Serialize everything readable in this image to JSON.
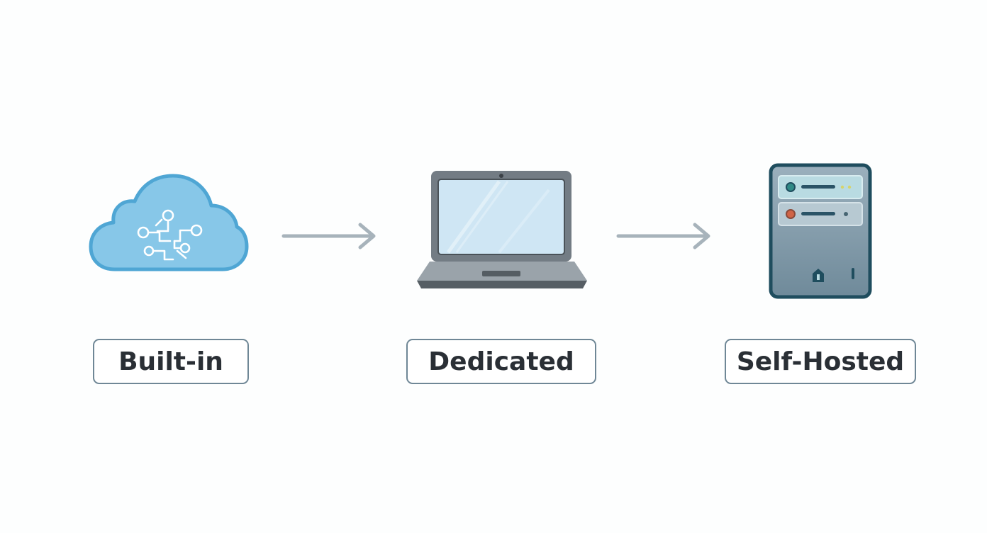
{
  "stages": [
    {
      "label": "Built-in",
      "icon": "cloud-network-icon"
    },
    {
      "label": "Dedicated",
      "icon": "laptop-icon"
    },
    {
      "label": "Self-Hosted",
      "icon": "server-icon"
    }
  ],
  "connectors": [
    "arrow-right-icon",
    "arrow-right-icon"
  ],
  "colors": {
    "cloud_fill": "#87c7e8",
    "cloud_stroke": "#4fa6d4",
    "laptop_body": "#7d868d",
    "laptop_screen": "#cfe6f4",
    "server_body": "#7e97a6",
    "server_stroke": "#1f4d5e",
    "arrow": "#a7b3bb",
    "label_border": "#6f8796",
    "label_text": "#2a2f35"
  }
}
